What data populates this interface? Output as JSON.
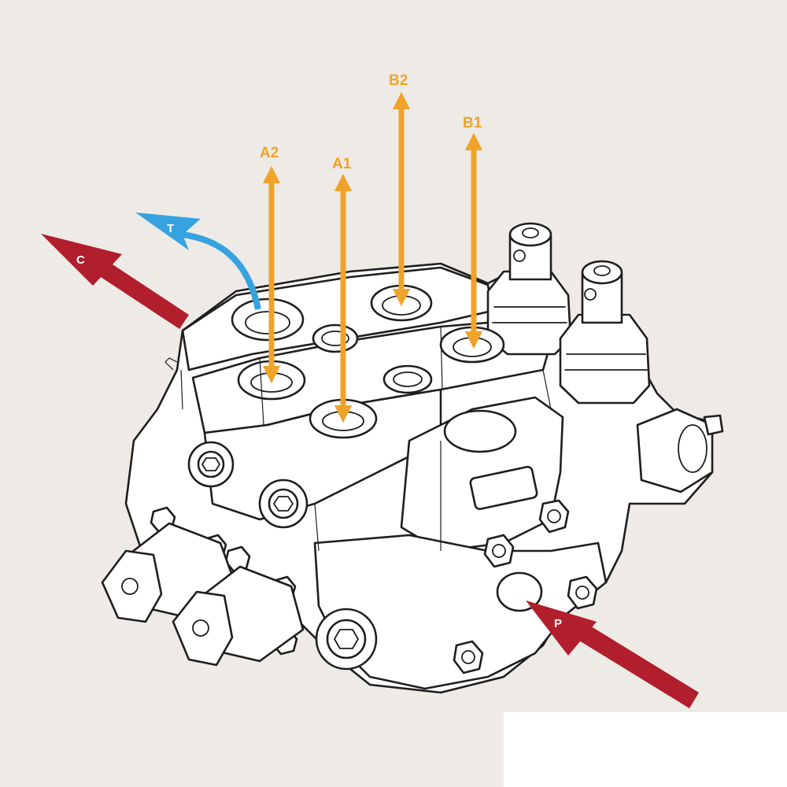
{
  "diagram": {
    "subject": "hydraulic sectional directional control valve (2 spool)",
    "colors": {
      "background": "#eeebe6",
      "work_port_arrow": "#f0a32a",
      "tank_arrow": "#37a2e0",
      "pressure_arrow": "#b11e2c"
    },
    "ports": {
      "A2": {
        "label": "A2",
        "direction": "bidirectional"
      },
      "A1": {
        "label": "A1",
        "direction": "bidirectional"
      },
      "B2": {
        "label": "B2",
        "direction": "bidirectional"
      },
      "B1": {
        "label": "B1",
        "direction": "bidirectional"
      },
      "T": {
        "label": "T",
        "direction": "outlet"
      },
      "C": {
        "label": "C",
        "direction": "outlet"
      },
      "P": {
        "label": "P",
        "direction": "inlet"
      }
    }
  }
}
